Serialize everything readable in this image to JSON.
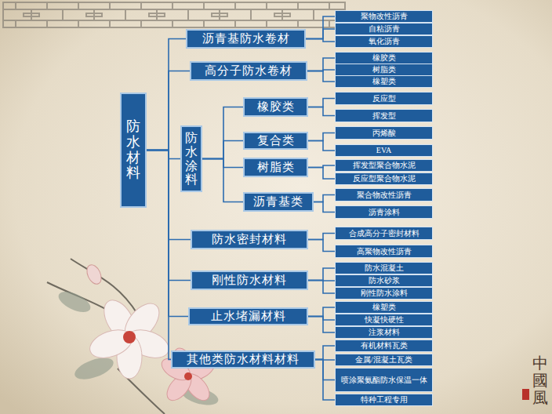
{
  "diagram": {
    "nodes": [
      {
        "text": [
          "防水材料"
        ]
      },
      {
        "text": [
          "沥青基防水卷材"
        ]
      },
      {
        "text": [
          "聚物改性沥青"
        ]
      },
      {
        "text": [
          "自粘沥青"
        ]
      },
      {
        "text": [
          "氧化沥青"
        ]
      },
      {
        "text": [
          "高分子防水卷材"
        ]
      },
      {
        "text": [
          "橡胶类"
        ]
      },
      {
        "text": [
          "树脂类"
        ]
      },
      {
        "text": [
          "橡塑类"
        ]
      },
      {
        "text": [
          "防水涂料"
        ]
      },
      {
        "text": [
          "橡胶类"
        ]
      },
      {
        "text": [
          "反应型"
        ]
      },
      {
        "text": [
          "挥发型"
        ]
      },
      {
        "text": [
          "复合类"
        ]
      },
      {
        "text": [
          "丙烯酸"
        ]
      },
      {
        "text": [
          "EVA"
        ]
      },
      {
        "text": [
          "树脂类"
        ]
      },
      {
        "text": [
          "挥发型聚合物水泥"
        ]
      },
      {
        "text": [
          "反应型聚合物水泥"
        ]
      },
      {
        "text": [
          "沥青基类"
        ]
      },
      {
        "text": [
          "聚合物改性沥青"
        ]
      },
      {
        "text": [
          "沥青涂料"
        ]
      },
      {
        "text": [
          "防水密封材料"
        ]
      },
      {
        "text": [
          "合成高分子密封材料"
        ]
      },
      {
        "text": [
          "高聚物改性沥青"
        ]
      },
      {
        "text": [
          "刚性防水材料"
        ]
      },
      {
        "text": [
          "防水混凝土"
        ]
      },
      {
        "text": [
          "防水砂浆"
        ]
      },
      {
        "text": [
          "刚性防水涂料"
        ]
      },
      {
        "text": [
          "止水堵漏材料"
        ]
      },
      {
        "text": [
          "橡塑类"
        ]
      },
      {
        "text": [
          "快凝快硬性"
        ]
      },
      {
        "text": [
          "注浆材料"
        ]
      },
      {
        "text": [
          "其他类防水材料材料"
        ]
      },
      {
        "text": [
          "有机材料瓦类"
        ]
      },
      {
        "text": [
          "金属/混凝土瓦类"
        ]
      },
      {
        "text": [
          "喷涂聚氨酯防水保温一体"
        ]
      },
      {
        "text": [
          "特种工程专用"
        ]
      }
    ],
    "edges": [
      {
        "from": 0,
        "to": 1,
        "arrow": "none"
      },
      {
        "from": 0,
        "to": 5,
        "arrow": "none"
      },
      {
        "from": 0,
        "to": 9,
        "arrow": "none"
      },
      {
        "from": 0,
        "to": 22,
        "arrow": "none"
      },
      {
        "from": 0,
        "to": 25,
        "arrow": "none"
      },
      {
        "from": 0,
        "to": 29,
        "arrow": "none"
      },
      {
        "from": 0,
        "to": 33,
        "arrow": "none"
      },
      {
        "from": 1,
        "to": 2,
        "arrow": "none"
      },
      {
        "from": 1,
        "to": 3,
        "arrow": "none"
      },
      {
        "from": 1,
        "to": 4,
        "arrow": "none"
      },
      {
        "from": 5,
        "to": 6,
        "arrow": "none"
      },
      {
        "from": 5,
        "to": 7,
        "arrow": "none"
      },
      {
        "from": 5,
        "to": 8,
        "arrow": "none"
      },
      {
        "from": 9,
        "to": 10,
        "arrow": "none"
      },
      {
        "from": 9,
        "to": 13,
        "arrow": "none"
      },
      {
        "from": 9,
        "to": 16,
        "arrow": "none"
      },
      {
        "from": 9,
        "to": 19,
        "arrow": "none"
      },
      {
        "from": 10,
        "to": 11,
        "arrow": "none"
      },
      {
        "from": 10,
        "to": 12,
        "arrow": "none"
      },
      {
        "from": 13,
        "to": 14,
        "arrow": "none"
      },
      {
        "from": 13,
        "to": 15,
        "arrow": "none"
      },
      {
        "from": 16,
        "to": 17,
        "arrow": "none"
      },
      {
        "from": 16,
        "to": 18,
        "arrow": "none"
      },
      {
        "from": 19,
        "to": 20,
        "arrow": "none"
      },
      {
        "from": 19,
        "to": 21,
        "arrow": "none"
      },
      {
        "from": 22,
        "to": 23,
        "arrow": "none"
      },
      {
        "from": 22,
        "to": 24,
        "arrow": "none"
      },
      {
        "from": 25,
        "to": 26,
        "arrow": "none"
      },
      {
        "from": 25,
        "to": 27,
        "arrow": "none"
      },
      {
        "from": 25,
        "to": 28,
        "arrow": "none"
      },
      {
        "from": 29,
        "to": 30,
        "arrow": "none"
      },
      {
        "from": 29,
        "to": 31,
        "arrow": "none"
      },
      {
        "from": 29,
        "to": 32,
        "arrow": "none"
      },
      {
        "from": 33,
        "to": 34,
        "arrow": "none"
      },
      {
        "from": 33,
        "to": 35,
        "arrow": "none"
      },
      {
        "from": 33,
        "to": 36,
        "arrow": "none"
      },
      {
        "from": 33,
        "to": 37,
        "arrow": "none"
      }
    ],
    "labels": [
      "中國風"
    ]
  }
}
